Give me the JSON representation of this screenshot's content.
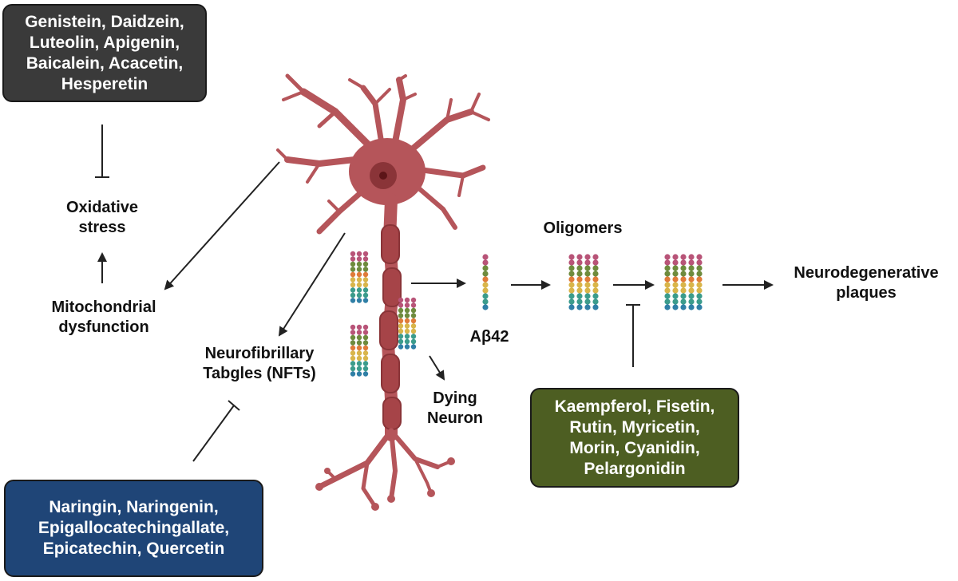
{
  "colors": {
    "box_dark": "#3a3a3a",
    "box_blue": "#1f4577",
    "box_green": "#4d5e22",
    "neuron": "#b5555a",
    "neuron_dark": "#8a3438",
    "beads": [
      "#b85478",
      "#6e8b3d",
      "#e07b39",
      "#d9b54a",
      "#3b9c8c",
      "#2f7fa6"
    ]
  },
  "boxes": {
    "top_left": [
      "Genistein, Daidzein,",
      "Luteolin, Apigenin,",
      "Baicalein, Acacetin,",
      "Hesperetin"
    ],
    "bottom_left": [
      "Naringin, Naringenin,",
      "Epigallocatechingallate,",
      "Epicatechin, Quercetin"
    ],
    "bottom_right": [
      "Kaempferol, Fisetin,",
      "Rutin, Myricetin,",
      "Morin, Cyanidin,",
      "Pelargonidin"
    ]
  },
  "labels": {
    "oxidative_stress": [
      "Oxidative",
      "stress"
    ],
    "mitochondrial_dysfunction": [
      "Mitochondrial",
      "dysfunction"
    ],
    "nfts": [
      "Neurofibrillary",
      "Tabgles (NFTs)"
    ],
    "dying_neuron": [
      "Dying",
      "Neuron"
    ],
    "abeta42": "Aβ42",
    "oligomers": "Oligomers",
    "neurodegenerative_plaques": [
      "Neurodegenerative",
      "plaques"
    ]
  }
}
